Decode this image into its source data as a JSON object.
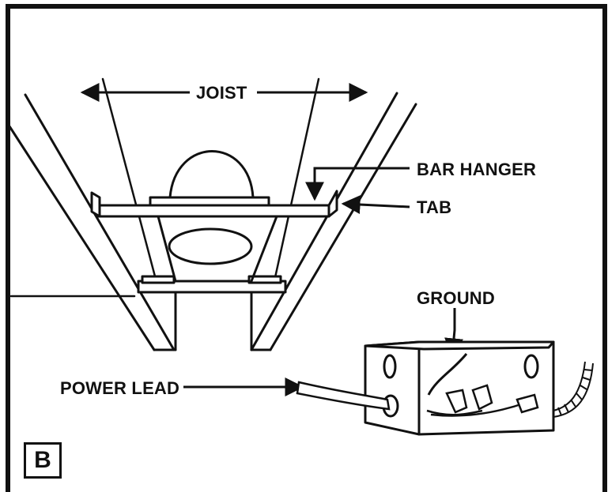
{
  "figure": {
    "panel_letter": "B",
    "labels": {
      "joist": "JOIST",
      "bar_hanger": "BAR HANGER",
      "tab": "TAB",
      "ground": "GROUND",
      "power_lead": "POWER LEAD"
    },
    "colors": {
      "ink": "#111111",
      "paper": "#ffffff"
    }
  }
}
